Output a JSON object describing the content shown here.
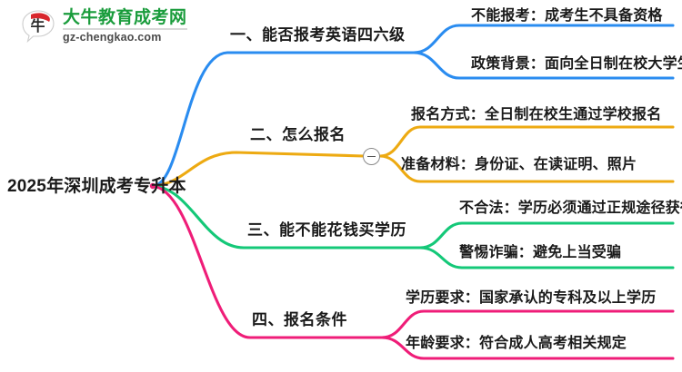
{
  "logo": {
    "mark_name": "daniu-bull-logo-icon",
    "title": "大牛教育成考网",
    "subtitle": "gz-chengkao.com",
    "title_color": "#1a9c3c",
    "subtitle_color": "#4a4a4a"
  },
  "mindmap": {
    "root": {
      "label": "2025年深圳成考专升本"
    },
    "collapse_toggle": {
      "icon": "minus-circle-icon",
      "state": "expanded"
    },
    "branches": [
      {
        "label": "一、能否报考英语四六级",
        "color": "#2a8cf0",
        "children": [
          {
            "label": "不能报考：成考生不具备资格"
          },
          {
            "label": "政策背景：面向全日制在校大学生"
          }
        ]
      },
      {
        "label": "二、怎么报名",
        "color": "#edaa12",
        "children": [
          {
            "label": "报名方式：全日制在校生通过学校报名"
          },
          {
            "label": "准备材料：身份证、在读证明、照片"
          }
        ]
      },
      {
        "label": "三、能不能花钱买学历",
        "color": "#14c878",
        "children": [
          {
            "label": "不合法：学历必须通过正规途径获得"
          },
          {
            "label": "警惕诈骗：避免上当受骗"
          }
        ]
      },
      {
        "label": "四、报名条件",
        "color": "#ef1d78",
        "children": [
          {
            "label": "学历要求：国家承认的专科及以上学历"
          },
          {
            "label": "年龄要求：符合成人高考相关规定"
          }
        ]
      }
    ]
  }
}
